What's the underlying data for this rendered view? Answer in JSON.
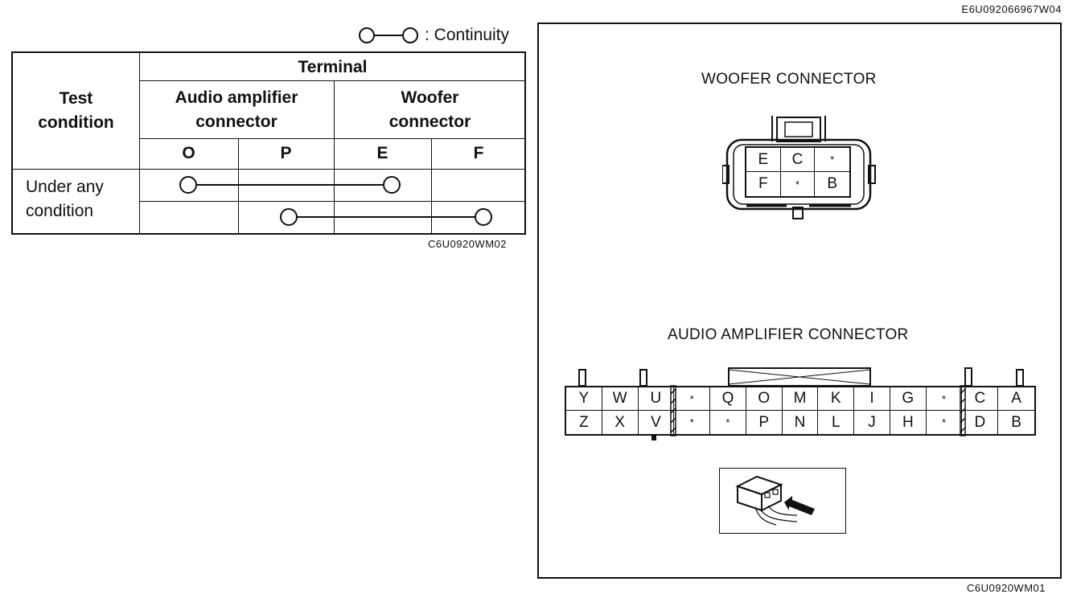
{
  "doc_codes": {
    "top_right": "E6U092066967W04",
    "table_figure": "C6U0920WM02",
    "diagram_figure": "C6U0920WM01"
  },
  "legend": {
    "symbol": "O—O",
    "label": ": Continuity"
  },
  "table": {
    "test_condition_header": "Test\ncondition",
    "terminal_header": "Terminal",
    "groups": [
      {
        "label": "Audio amplifier\nconnector",
        "terminals": [
          "O",
          "P"
        ]
      },
      {
        "label": "Woofer\nconnector",
        "terminals": [
          "E",
          "F"
        ]
      }
    ],
    "condition": "Under any\ncondition",
    "continuity": [
      {
        "from": "O",
        "to": "E"
      },
      {
        "from": "P",
        "to": "F"
      }
    ]
  },
  "woofer_connector": {
    "title": "WOOFER CONNECTOR",
    "rows": [
      [
        "E",
        "C",
        "*"
      ],
      [
        "F",
        "*",
        "B"
      ]
    ]
  },
  "amplifier_connector": {
    "title": "AUDIO AMPLIFIER CONNECTOR",
    "rows": [
      [
        "Y",
        "W",
        "U",
        "*",
        "Q",
        "O",
        "M",
        "K",
        "I",
        "G",
        "*",
        "C",
        "A"
      ],
      [
        "Z",
        "X",
        "V",
        "*",
        "*",
        "P",
        "N",
        "L",
        "J",
        "H",
        "*",
        "D",
        "B"
      ]
    ]
  }
}
